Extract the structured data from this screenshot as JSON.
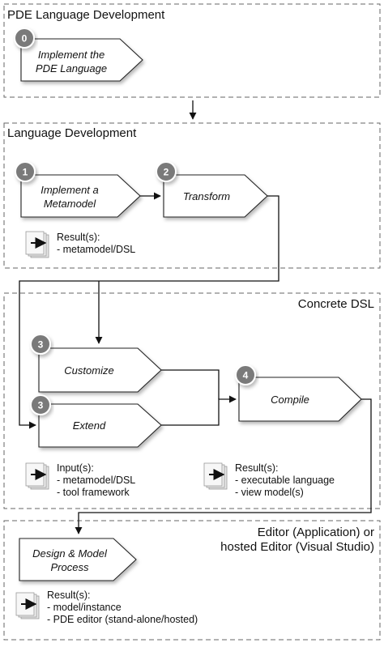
{
  "sections": {
    "pde": {
      "title": "PDE Language Development"
    },
    "language": {
      "title": "Language Development"
    },
    "concrete": {
      "title": "Concrete DSL"
    },
    "editor": {
      "title_lines": [
        "Editor (Application) or",
        "hosted Editor (Visual Studio)"
      ]
    }
  },
  "steps": {
    "implement_pde": {
      "number": "0",
      "lines": [
        "Implement the",
        "PDE Language"
      ]
    },
    "implement_metamodel": {
      "number": "1",
      "lines": [
        "Implement a",
        "Metamodel"
      ]
    },
    "transform": {
      "number": "2",
      "lines": [
        "Transform"
      ]
    },
    "customize": {
      "number": "3",
      "lines": [
        "Customize"
      ]
    },
    "extend": {
      "number": "3",
      "lines": [
        "Extend"
      ]
    },
    "compile": {
      "number": "4",
      "lines": [
        "Compile"
      ]
    },
    "design": {
      "lines": [
        "Design & Model",
        "Process"
      ]
    }
  },
  "notes": {
    "lang_result": {
      "lines": [
        "Result(s):",
        "- metamodel/DSL"
      ]
    },
    "concrete_input": {
      "lines": [
        "Input(s):",
        "- metamodel/DSL",
        "- tool framework"
      ]
    },
    "concrete_result": {
      "lines": [
        "Result(s):",
        "- executable language",
        "- view model(s)"
      ]
    },
    "editor_result": {
      "lines": [
        "Result(s):",
        "- model/instance",
        "- PDE editor (stand-alone/hosted)"
      ]
    }
  },
  "colors": {
    "badge": "#7a7a7a",
    "badge_ring": "#ffffff",
    "box_stroke": "#222222",
    "section_dash": "#666666",
    "shadow": "#c8c8c8",
    "line": "#111111"
  },
  "icons": {
    "document_stack": "document-stack-icon",
    "arrow": "arrow-right-icon"
  }
}
